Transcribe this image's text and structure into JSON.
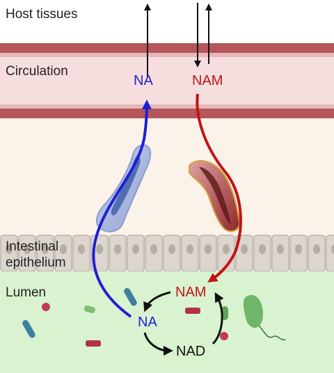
{
  "regions": {
    "host": "Host tissues",
    "circulation": "Circulation",
    "epithelium_line1": "Intestinal",
    "epithelium_line2": "epithelium",
    "lumen": "Lumen"
  },
  "metabolites": {
    "na_circulation": "NA",
    "nam_circulation": "NAM",
    "nam_lumen": "NAM",
    "na_lumen": "NA",
    "nad_lumen": "NAD"
  },
  "colors": {
    "na": "#1f1fd6",
    "nam": "#c01414",
    "nad": "#111111",
    "vessel_wall": "#b5565a",
    "circulation_bg": "#f6dede",
    "tissue_bg": "#fbf2ea",
    "lumen_bg": "#d9f2cf",
    "cell_fill": "#dcd6cf"
  }
}
